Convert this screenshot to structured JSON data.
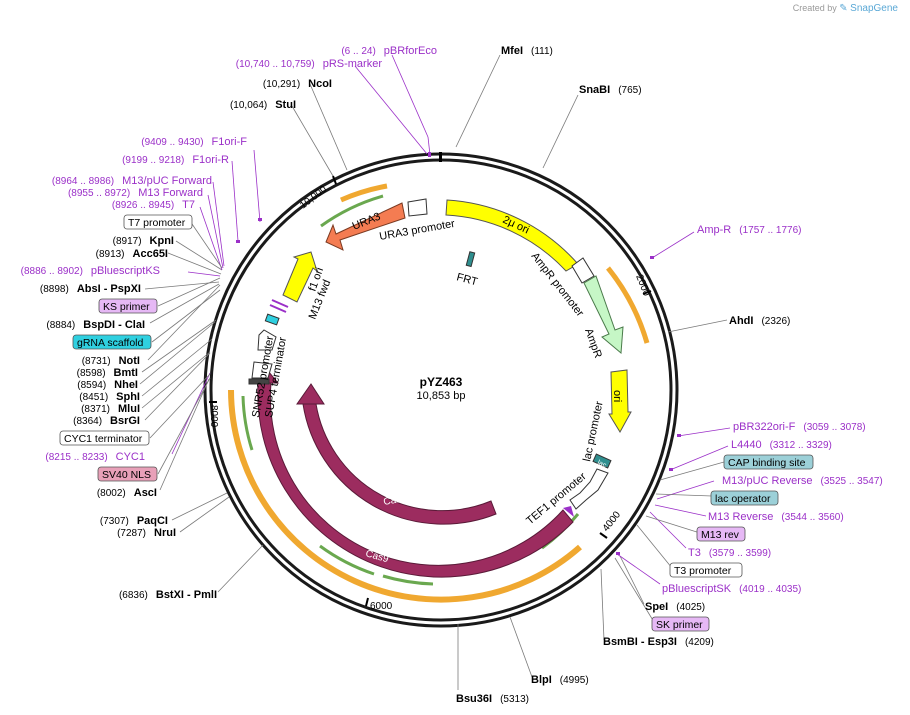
{
  "brand": {
    "created_by": "Created by",
    "app": "SnapGene"
  },
  "plasmid": {
    "name": "pYZ463",
    "length_label": "10,853 bp"
  },
  "ticks": [
    "2000",
    "4000",
    "6000",
    "8000",
    "10,000"
  ],
  "enzymes_right": [
    {
      "name": "MfeI",
      "pos": "(111)"
    },
    {
      "name": "SnaBI",
      "pos": "(765)"
    },
    {
      "name": "AhdI",
      "pos": "(2326)"
    },
    {
      "name": "SpeI",
      "pos": "(4025)"
    },
    {
      "name": "BsmBI - Esp3I",
      "pos": "(4209)"
    },
    {
      "name": "BlpI",
      "pos": "(4995)"
    },
    {
      "name": "Bsu36I",
      "pos": "(5313)"
    }
  ],
  "enzymes_left": [
    {
      "name": "NcoI",
      "pos": "(10,291)"
    },
    {
      "name": "StuI",
      "pos": "(10,064)"
    },
    {
      "name": "KpnI",
      "pos": "(8917)"
    },
    {
      "name": "Acc65I",
      "pos": "(8913)"
    },
    {
      "name": "AbsI - PspXI",
      "pos": "(8898)"
    },
    {
      "name": "BspDI - ClaI",
      "pos": "(8884)"
    },
    {
      "name": "NotI",
      "pos": "(8731)"
    },
    {
      "name": "BmtI",
      "pos": "(8598)"
    },
    {
      "name": "NheI",
      "pos": "(8594)"
    },
    {
      "name": "SphI",
      "pos": "(8451)"
    },
    {
      "name": "MluI",
      "pos": "(8371)"
    },
    {
      "name": "BsrGI",
      "pos": "(8364)"
    },
    {
      "name": "AscI",
      "pos": "(8002)"
    },
    {
      "name": "PaqCI",
      "pos": "(7307)"
    },
    {
      "name": "NruI",
      "pos": "(7287)"
    },
    {
      "name": "BstXI - PmlI",
      "pos": "(6836)"
    }
  ],
  "primers": [
    {
      "name": "pBRforEco",
      "pos": "(6 .. 24)"
    },
    {
      "name": "pRS-marker",
      "pos": "(10,740 .. 10,759)"
    },
    {
      "name": "F1ori-F",
      "pos": "(9409 .. 9430)"
    },
    {
      "name": "F1ori-R",
      "pos": "(9199 .. 9218)"
    },
    {
      "name": "M13/pUC Forward",
      "pos": "(8964 .. 8986)"
    },
    {
      "name": "M13 Forward",
      "pos": "(8955 .. 8972)"
    },
    {
      "name": "T7",
      "pos": "(8926 .. 8945)"
    },
    {
      "name": "pBluescriptKS",
      "pos": "(8886 .. 8902)"
    },
    {
      "name": "CYC1",
      "pos": "(8215 .. 8233)"
    },
    {
      "name": "Amp-R",
      "pos": "(1757 .. 1776)"
    },
    {
      "name": "pBR322ori-F",
      "pos": "(3059 .. 3078)"
    },
    {
      "name": "L4440",
      "pos": "(3312 .. 3329)"
    },
    {
      "name": "M13/pUC Reverse",
      "pos": "(3525 .. 3547)"
    },
    {
      "name": "M13 Reverse",
      "pos": "(3544 .. 3560)"
    },
    {
      "name": "T3",
      "pos": "(3579 .. 3599)"
    },
    {
      "name": "pBluescriptSK",
      "pos": "(4019 .. 4035)"
    }
  ],
  "boxed_labels": [
    {
      "name": "T7 promoter",
      "style": "white"
    },
    {
      "name": "KS primer",
      "style": "violet"
    },
    {
      "name": "gRNA scaffold",
      "style": "cyan"
    },
    {
      "name": "CYC1 terminator",
      "style": "white"
    },
    {
      "name": "SV40 NLS",
      "style": "pink"
    },
    {
      "name": "CAP binding site",
      "style": "teal"
    },
    {
      "name": "lac operator",
      "style": "teal"
    },
    {
      "name": "M13 rev",
      "style": "violet"
    },
    {
      "name": "T3 promoter",
      "style": "white"
    },
    {
      "name": "SK primer",
      "style": "violet"
    }
  ],
  "features": [
    {
      "name": "URA3",
      "color": "#f47c52"
    },
    {
      "name": "URA3 promoter",
      "color": "#ffffff"
    },
    {
      "name": "2μ ori",
      "color": "#ffff00"
    },
    {
      "name": "FRT",
      "color": "#2f8f8f"
    },
    {
      "name": "AmpR promoter",
      "color": "#ffffff"
    },
    {
      "name": "AmpR",
      "color": "#c6f7c6"
    },
    {
      "name": "ori",
      "color": "#ffff00"
    },
    {
      "name": "lac promoter",
      "color": "#ffffff"
    },
    {
      "name": "lac",
      "color": "#2f8f8f"
    },
    {
      "name": "TEF1 promoter",
      "color": "#ffffff"
    },
    {
      "name": "Cas9",
      "color": "#9c2c5f"
    },
    {
      "name": "SNR52 promoter",
      "color": "#ffffff"
    },
    {
      "name": "SUP4 terminator",
      "color": "#ffffff"
    },
    {
      "name": "f1 ori",
      "color": "#ffff00"
    },
    {
      "name": "M13 fwd",
      "color": "#ffffff"
    }
  ],
  "colors": {
    "primer": "#9b30c8",
    "orf_orange": "#f0a830",
    "orf_green": "#6aa84f"
  }
}
